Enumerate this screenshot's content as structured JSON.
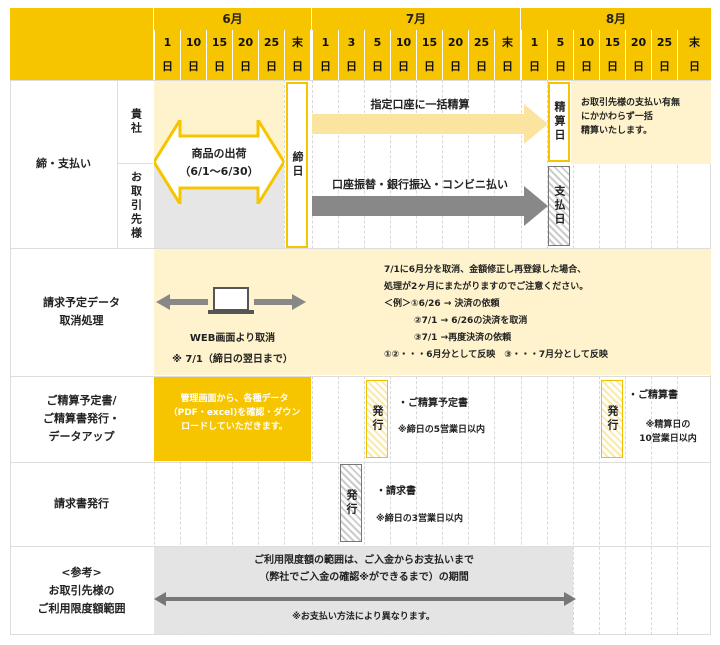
{
  "months": [
    "6月",
    "7月",
    "8月"
  ],
  "days": [
    "1日",
    "10日",
    "15日",
    "20日",
    "25日",
    "末日",
    "1日",
    "3日",
    "5日",
    "10日",
    "15日",
    "20日",
    "25日",
    "末日",
    "1日",
    "5日",
    "10日",
    "15日",
    "20日",
    "25日",
    "末日"
  ],
  "rows": {
    "r1": {
      "label": "締・支払い",
      "sub_company": "貴社",
      "sub_partner": "お取引先様",
      "shipment": "商品の出荷\n（6/1～6/30）",
      "cutoff": "締日",
      "company_flow": "指定口座に一括精算",
      "settle_day": "精算日",
      "settle_note": "お取引先様の支払い有無\nにかかわらず一括\n精算いたします。",
      "partner_flow": "口座振替・銀行振込・コンビニ払い",
      "pay_day": "支払日"
    },
    "r2": {
      "label": "請求予定データ\n取消処理",
      "web_cancel": "WEB画面より取消",
      "cancel_note": "※ 7/1（締日の翌日まで）",
      "notes": [
        "7/1に6月分を取消、金額修正し再登録した場合、",
        "処理が2ヶ月にまたがりますのでご注意ください。",
        "＜例＞①6/26 → 決済の依頼",
        "②7/1 → 6/26の決済を取消",
        "③7/1 →再度決済の依頼",
        "①②・・・6月分として反映　③・・・7月分として反映"
      ]
    },
    "r3": {
      "label": "ご精算予定書/\nご精算書発行・\nデータアップ",
      "mgmt_note": "管理画面から、各種データ\n（PDF・excel)を確認・ダウン\nロードしていただきます。",
      "issue": "発行",
      "plan_doc": "・ご精算予定書",
      "plan_due": "※締日の5営業日以内",
      "issue2": "発行",
      "settle_doc": "・ご精算書",
      "settle_due": "※精算日の\n10営業日以内"
    },
    "r4": {
      "label": "請求書発行",
      "issue": "発行",
      "invoice": "・請求書",
      "invoice_due": "※締日の3営業日以内"
    },
    "r5": {
      "label": "<参考>\nお取引先様の\nご利用限度額範囲",
      "range_note": "ご利用限度額の範囲は、ご入金からお支払いまで\n（弊社でご入金の確認※ができるまで）の期間",
      "footnote": "※お支払い方法により異なります。"
    }
  },
  "colors": {
    "accent": "#f6c500",
    "pale": "#fef3cc",
    "gray": "#e4e4e4",
    "arrow_gray": "#888888"
  }
}
